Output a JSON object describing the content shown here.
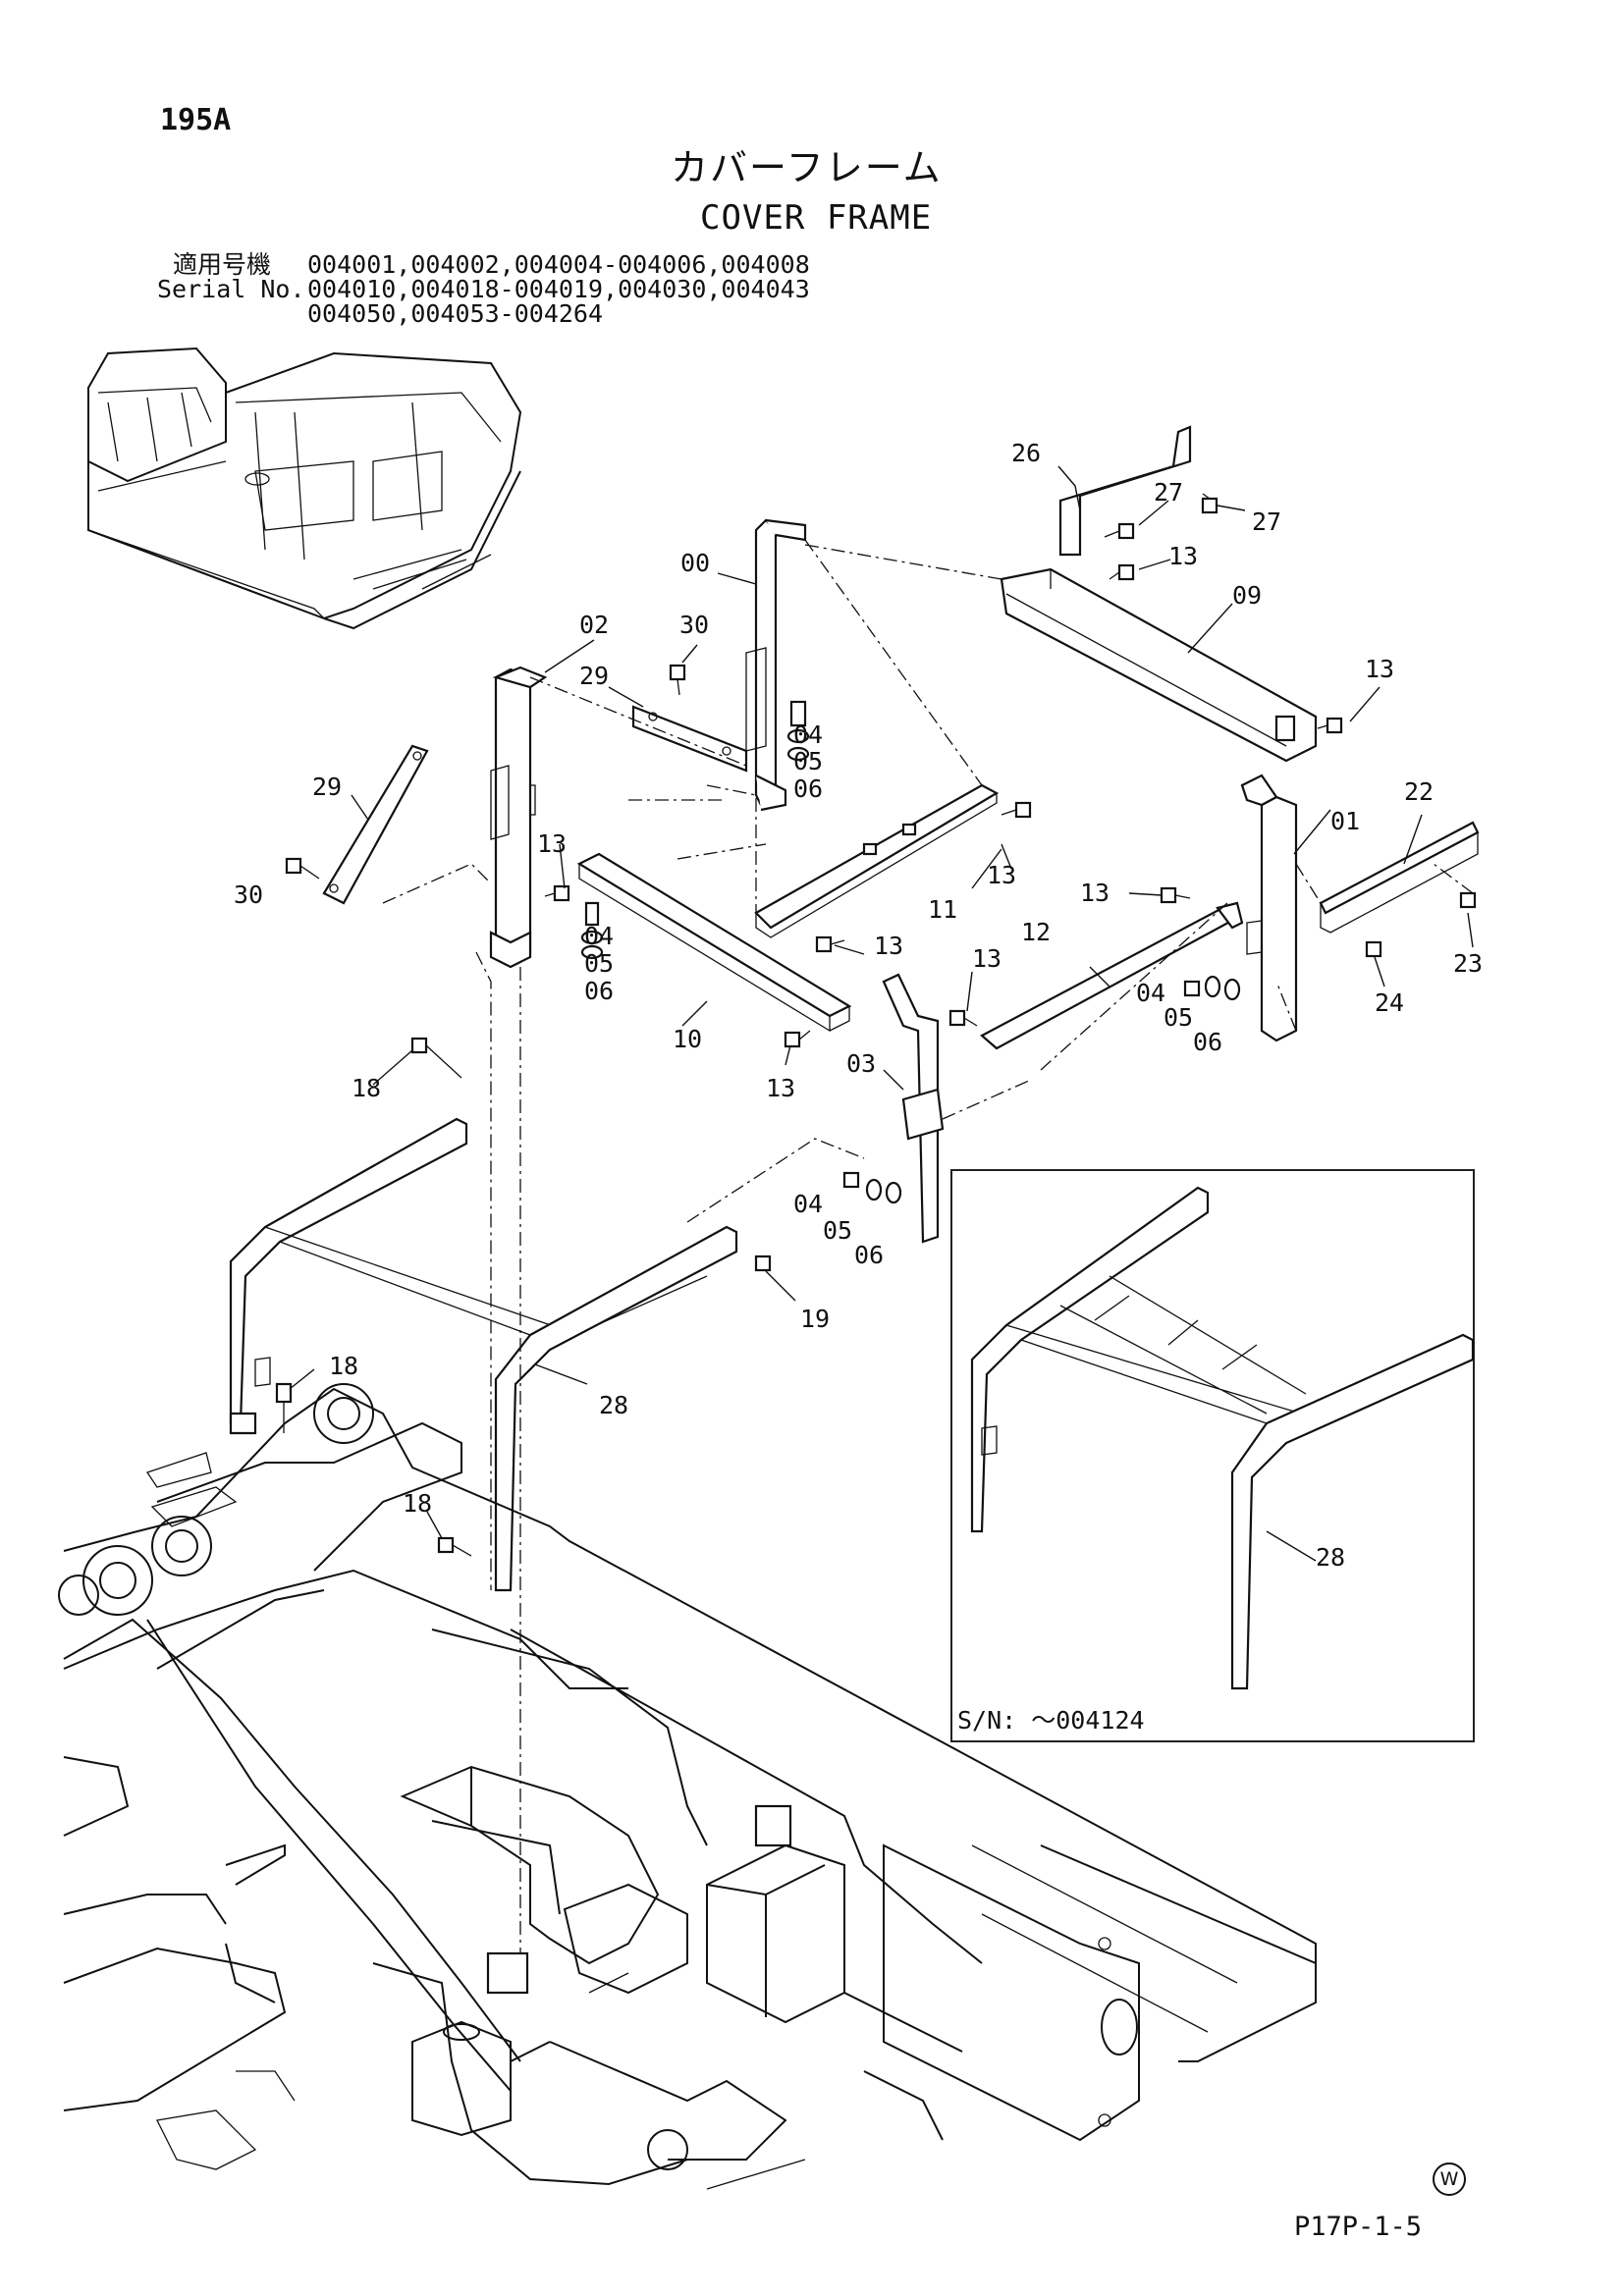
{
  "header": {
    "page_code": "195A",
    "title_jp": "カバーフレーム",
    "title_en": "COVER FRAME"
  },
  "serial": {
    "label_jp": "適用号機",
    "label_en": "Serial No.",
    "line1": "004001,004002,004004-004006,004008",
    "line2": "004010,004018-004019,004030,004043",
    "line3": "004050,004053-004264"
  },
  "callouts": {
    "c00": "00",
    "c01": "01",
    "c02": "02",
    "c03": "03",
    "c04a": "04",
    "c04b": "04",
    "c04c": "04",
    "c04d": "04",
    "c05a": "05",
    "c05b": "05",
    "c05c": "05",
    "c05d": "05",
    "c06a": "06",
    "c06b": "06",
    "c06c": "06",
    "c06d": "06",
    "c09": "09",
    "c10": "10",
    "c11": "11",
    "c12": "12",
    "c13a": "13",
    "c13b": "13",
    "c13c": "13",
    "c13d": "13",
    "c13e": "13",
    "c13f": "13",
    "c13g": "13",
    "c13h": "13",
    "c18a": "18",
    "c18b": "18",
    "c18c": "18",
    "c19": "19",
    "c22": "22",
    "c23": "23",
    "c24": "24",
    "c26": "26",
    "c27a": "27",
    "c27b": "27",
    "c28a": "28",
    "c28b": "28",
    "c29a": "29",
    "c29b": "29",
    "c30a": "30",
    "c30b": "30"
  },
  "inset": {
    "serial_note": "S/N: ～004124"
  },
  "footer": {
    "watermark": "W",
    "page_ref": "P17P-1-5"
  }
}
